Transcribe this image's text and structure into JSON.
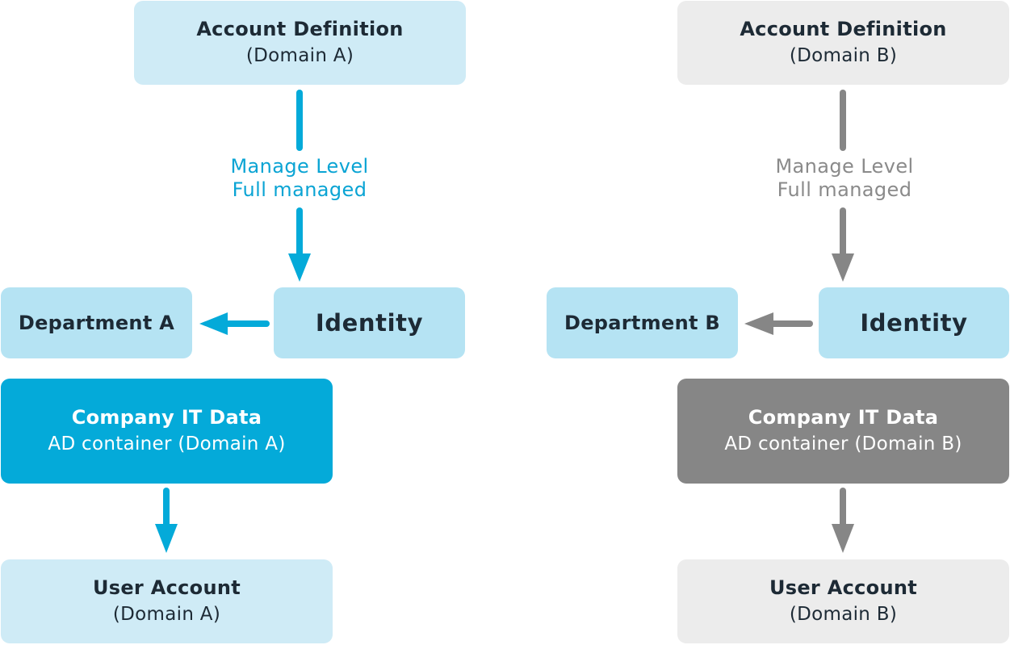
{
  "colors": {
    "blue_accent": "#04aad9",
    "gray_accent": "#868686",
    "pale_blue": "#cfebf6",
    "mid_blue": "#b5e3f3",
    "pale_gray": "#ececec",
    "text_dark": "#1d2a35"
  },
  "left": {
    "account_definition": {
      "title": "Account Definition",
      "subtitle": "(Domain A)"
    },
    "edge_label": {
      "line1": "Manage Level",
      "line2": "Full managed"
    },
    "identity": "Identity",
    "department": "Department A",
    "company_it": {
      "title": "Company IT Data",
      "subtitle": "AD container (Domain A)"
    },
    "user_account": {
      "title": "User Account",
      "subtitle": "(Domain A)"
    }
  },
  "right": {
    "account_definition": {
      "title": "Account Definition",
      "subtitle": "(Domain B)"
    },
    "edge_label": {
      "line1": "Manage Level",
      "line2": "Full managed"
    },
    "identity": "Identity",
    "department": "Department B",
    "company_it": {
      "title": "Company IT Data",
      "subtitle": "AD container (Domain B)"
    },
    "user_account": {
      "title": "User Account",
      "subtitle": "(Domain B)"
    }
  }
}
